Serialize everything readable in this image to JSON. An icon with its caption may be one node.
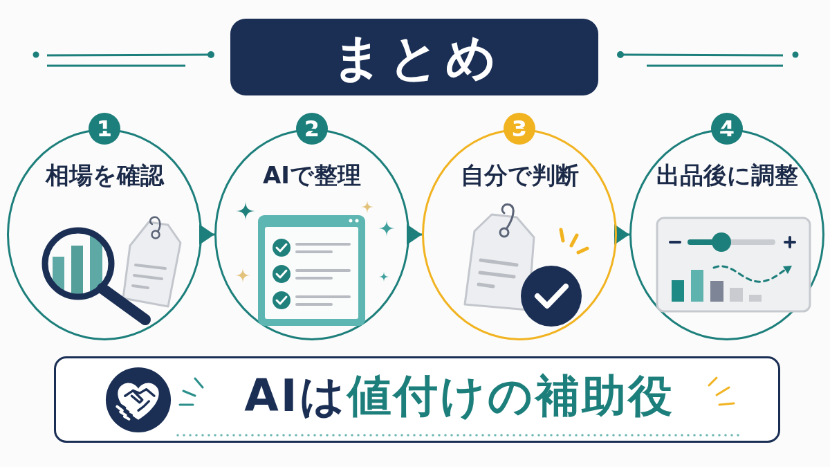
{
  "diagram": {
    "title": "まとめ",
    "nodes": [
      {
        "text": [
          "1"
        ]
      },
      {
        "text": [
          "相場を確認"
        ]
      },
      {
        "text": [
          "2"
        ]
      },
      {
        "text": [
          "AIで整理"
        ]
      },
      {
        "text": [
          "3"
        ]
      },
      {
        "text": [
          "自分で判断"
        ]
      },
      {
        "text": [
          "4"
        ]
      },
      {
        "text": [
          "出品後に調整"
        ]
      },
      {
        "text": [
          "AIは",
          "値付けの補助役"
        ]
      }
    ],
    "edges": [
      {
        "from": 1,
        "to": 3,
        "arrow": "to"
      },
      {
        "from": 3,
        "to": 5,
        "arrow": "to"
      },
      {
        "from": 5,
        "to": 7,
        "arrow": "to"
      }
    ]
  }
}
